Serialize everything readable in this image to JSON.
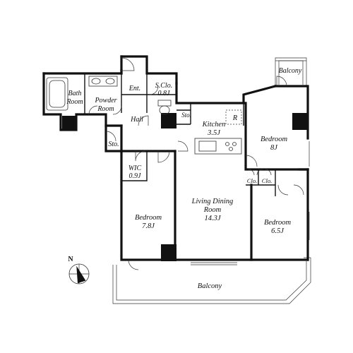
{
  "rooms": {
    "bath": [
      "Bath",
      "Room"
    ],
    "powder": [
      "Powder",
      "Room"
    ],
    "entrance": "Ent.",
    "shoe_closet": [
      "S.Clo.",
      "0.8J"
    ],
    "hall": "Hall",
    "storage_hall": "Sto.",
    "storage_left": "Sto.",
    "kitchen": [
      "Kitchen",
      "3.5J"
    ],
    "refrigerator": "R",
    "wic": [
      "WIC",
      "0.9J"
    ],
    "bedroom_left": [
      "Bedroom",
      "7.8J"
    ],
    "living_dining": [
      "Living Dining",
      "Room",
      "14.3J"
    ],
    "bedroom_upper_right": [
      "Bedroom",
      "8J"
    ],
    "closet_1": "Clo.",
    "closet_2": "Clo.",
    "bedroom_lower_right": [
      "Bedroom",
      "6.5J"
    ],
    "balcony_small": "Balcony",
    "balcony_main": "Balcony"
  },
  "compass": {
    "north_label": "N"
  }
}
